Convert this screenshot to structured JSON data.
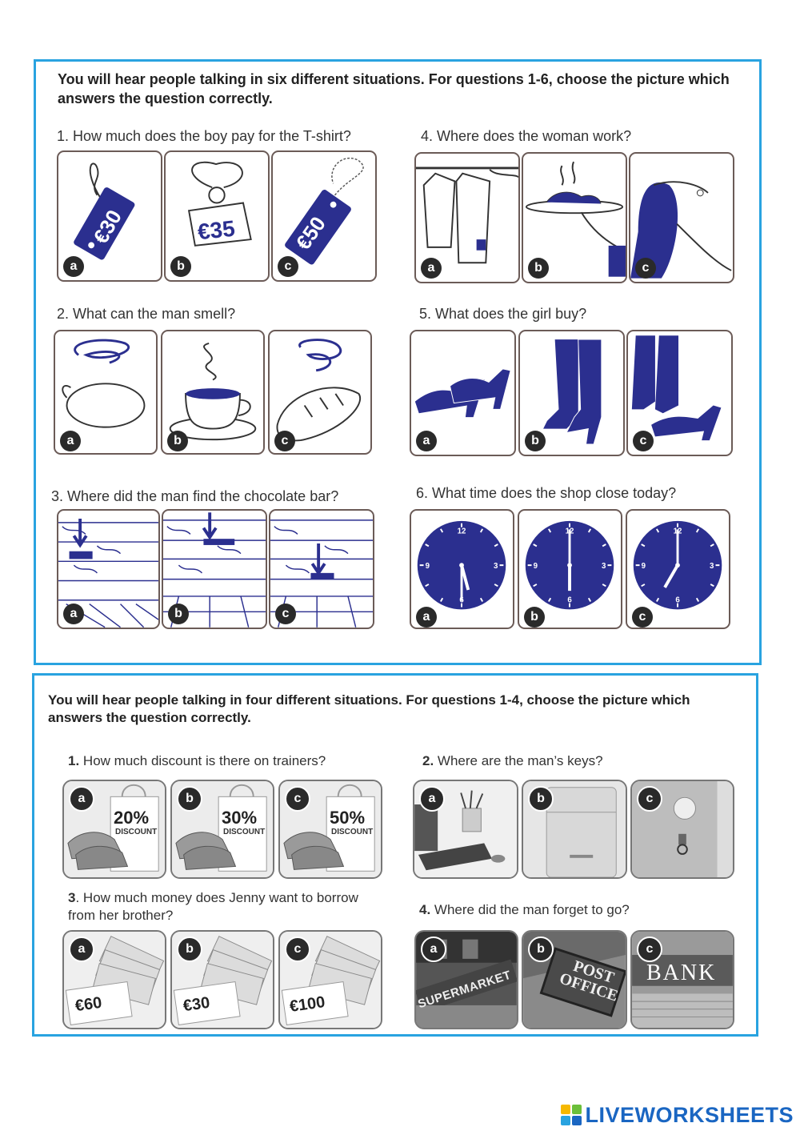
{
  "section1": {
    "instructions": "You will hear people talking in six different situations. For questions 1-6, choose the picture which answers the question correctly.",
    "questions": [
      {
        "label": "1. How much does the boy pay for the T-shirt?",
        "options": [
          "a",
          "b",
          "c"
        ],
        "tags": [
          "€30",
          "€35",
          "€50"
        ]
      },
      {
        "label": "2. What can the man smell?",
        "options": [
          "a",
          "b",
          "c"
        ]
      },
      {
        "label": "3. Where did the man find the chocolate bar?",
        "options": [
          "a",
          "b",
          "c"
        ]
      },
      {
        "label": "4. Where does the woman work?",
        "options": [
          "a",
          "b",
          "c"
        ]
      },
      {
        "label": "5. What does the girl buy?",
        "options": [
          "a",
          "b",
          "c"
        ]
      },
      {
        "label": "6. What time does the shop close today?",
        "options": [
          "a",
          "b",
          "c"
        ],
        "clock_numbers": [
          "12",
          "3",
          "6",
          "9"
        ]
      }
    ]
  },
  "section2": {
    "instructions": "You will hear people talking in four different situations. For questions 1-4, choose the picture which answers the question correctly.",
    "questions": [
      {
        "num": "1.",
        "text": "How much discount is there on trainers?",
        "options": [
          "a",
          "b",
          "c"
        ],
        "discounts": [
          "20%",
          "30%",
          "50%"
        ],
        "discount_word": "DISCOUNT"
      },
      {
        "num": "2.",
        "text": "Where are the man’s keys?",
        "options": [
          "a",
          "b",
          "c"
        ]
      },
      {
        "num": "3",
        "text": ". How much money does Jenny want to borrow from her brother?",
        "options": [
          "a",
          "b",
          "c"
        ],
        "amounts": [
          "€60",
          "€30",
          "€100"
        ]
      },
      {
        "num": "4.",
        "text": "Where did the man forget to go?",
        "options": [
          "a",
          "b",
          "c"
        ],
        "signs": [
          "SUPERMARKET",
          "POST OFFICE",
          "BANK"
        ]
      }
    ]
  },
  "footer": {
    "brand": "LIVEWORKSHEETS"
  },
  "colors": {
    "frame": "#29a3e0",
    "ink": "#2b2f8f",
    "brand": "#1a66c2"
  }
}
